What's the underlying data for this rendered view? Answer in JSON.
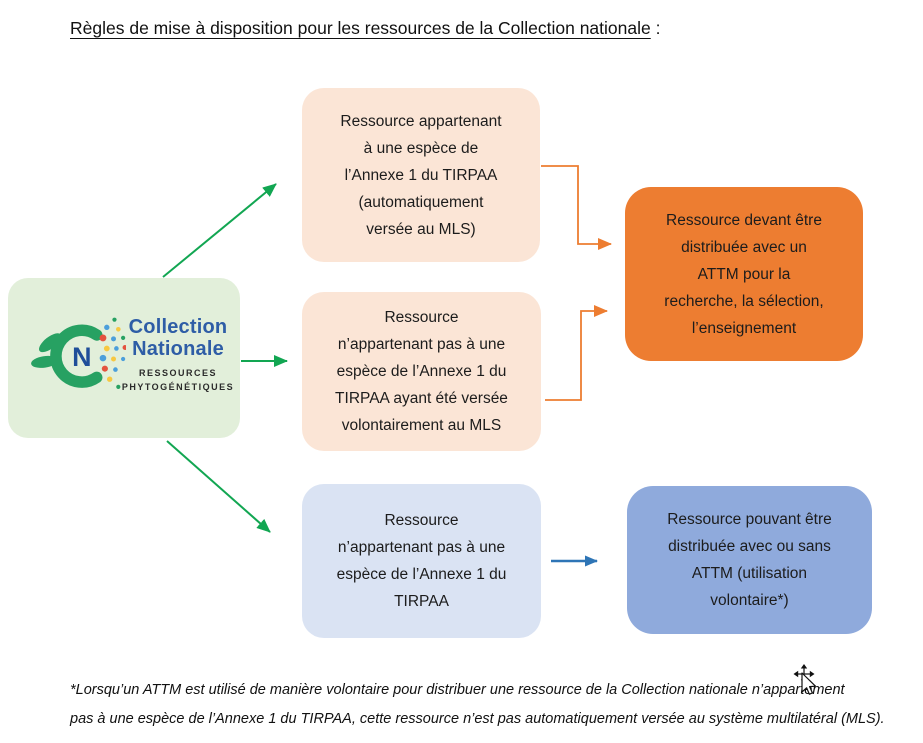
{
  "title": {
    "text": "Règles de mise à disposition pour les ressources de la Collection nationale",
    "suffix": " :"
  },
  "logo_box": {
    "monogram_letter": "N",
    "brand_lines": [
      "Collection",
      "Nationale"
    ],
    "subtitle_lines": [
      "RESSOURCES",
      "PHYTOGÉNÉTIQUES"
    ]
  },
  "flow_boxes": {
    "annex1_auto": {
      "lines": [
        "Ressource appartenant",
        "à une espèce de",
        "l’Annexe 1 du TIRPAA",
        "(automatiquement",
        "versée au MLS)"
      ]
    },
    "non_annex1_voluntary_mls": {
      "lines": [
        "Ressource",
        "n’appartenant pas à une",
        "espèce de l’Annexe 1 du",
        "TIRPAA ayant été versée",
        "volontairement au MLS"
      ]
    },
    "attm_required": {
      "lines": [
        "Ressource devant être",
        "distribuée avec un",
        "ATTM pour la",
        "recherche, la sélection,",
        "l’enseignement"
      ]
    },
    "non_annex1": {
      "lines": [
        "Ressource",
        "n’appartenant pas à une",
        "espèce de l’Annexe 1 du",
        "TIRPAA"
      ]
    },
    "attm_optional": {
      "lines": [
        "Ressource pouvant être",
        "distribuée avec ou sans",
        "ATTM (utilisation",
        "volontaire*)"
      ]
    }
  },
  "footnote": {
    "lines": [
      "*Lorsqu’un ATTM est utilisé de manière volontaire pour distribuer une ressource de la Collection nationale n’appartement",
      "pas à une espèce de l’Annexe 1 du TIRPAA, cette ressource n’est pas automatiquement versée au système multilatéral (MLS)."
    ]
  },
  "colors": {
    "logo_box_bg": "#E2EFDA",
    "peach_box_bg": "#FBE5D6",
    "orange_box_bg": "#ED7D31",
    "light_blue_box_bg": "#DAE3F3",
    "blue_box_bg": "#8FAADC",
    "green_arrow": "#12A652",
    "orange_arrow": "#ED7D31",
    "blue_arrow": "#2E75B6",
    "logo_brand_blue": "#2E5DA6",
    "logo_monogram_blue": "#1F4E99",
    "logo_green": "#27A162",
    "dot_red": "#E4533F",
    "dot_yellow": "#F7C842",
    "dot_blue": "#4C9FDB"
  }
}
